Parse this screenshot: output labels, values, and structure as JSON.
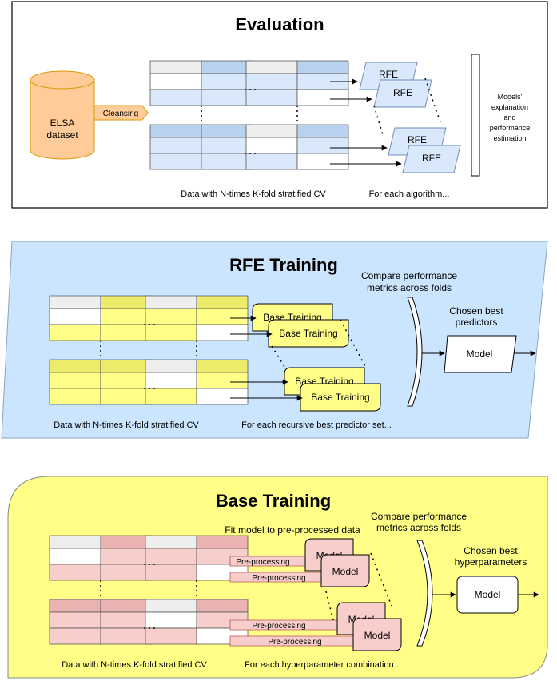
{
  "evaluation": {
    "title": "Evaluation",
    "dataset_label_1": "ELSA",
    "dataset_label_2": "dataset",
    "cleansing_label": "Cleansing",
    "rfe_label": "RFE",
    "models_label_lines": [
      "Models'",
      "explanation",
      "and",
      "performance",
      "estimation"
    ],
    "cv_caption": "Data with N-times K-fold stratified CV",
    "algo_caption": "For each algorithm...",
    "colors": {
      "cube": "#dae8fc",
      "cube_side": "#b9d2f0",
      "cube_dark": "#7e9fcf",
      "white": "#ffffff",
      "white_side": "#e6e6e6",
      "dataset": "#ffcc99",
      "dataset_stroke": "#d79b00"
    }
  },
  "rfe_training": {
    "title": "RFE Training",
    "compare_line_1": "Compare performance",
    "compare_line_2": "metrics across folds",
    "chosen_line_1": "Chosen best",
    "chosen_line_2": "predictors",
    "model_label": "Model",
    "base_training_label": "Base Training",
    "cv_caption": "Data with N-times K-fold stratified CV",
    "set_caption": "For each recursive best predictor set...",
    "colors": {
      "panel": "#cce5ff",
      "cube": "#ffff88",
      "cube_side": "#f0f06a",
      "box": "#ffff88"
    }
  },
  "base_training": {
    "title": "Base Training",
    "fit_caption": "Fit model to pre-processed data",
    "compare_line_1": "Compare performance",
    "compare_line_2": "metrics across folds",
    "chosen_line_1": "Chosen best",
    "chosen_line_2": "hyperparameters",
    "model_label": "Model",
    "preprocessing_label": "Pre-processing",
    "cv_caption": "Data with N-times K-fold stratified CV",
    "combo_caption": "For each hyperparameter combination...",
    "colors": {
      "panel": "#ffff88",
      "cube": "#f8cecc",
      "cube_side": "#eab3b1",
      "model": "#f8cecc"
    }
  }
}
